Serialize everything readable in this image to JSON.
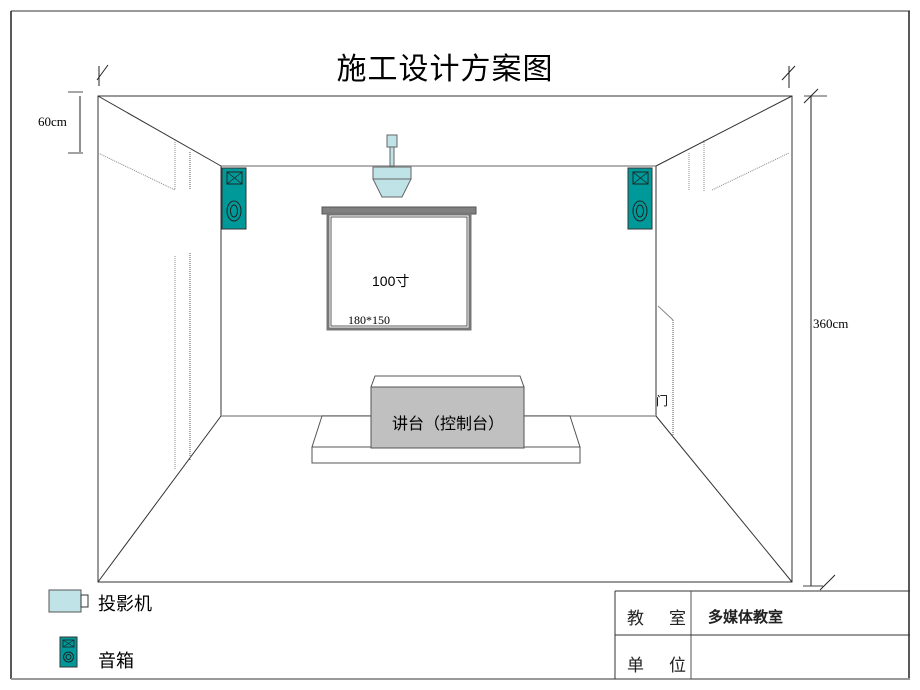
{
  "title": "施工设计方案图",
  "dimensions": {
    "height_offset": "60cm",
    "room_height": "360cm"
  },
  "screen": {
    "size_label": "100寸",
    "dimension_label": "180*150"
  },
  "podium": {
    "label": "讲台（控制台）"
  },
  "door": {
    "label": "门"
  },
  "legend": {
    "projector": "投影机",
    "speaker": "音箱"
  },
  "title_block": {
    "row1_label_a": "教",
    "row1_label_b": "室",
    "row1_value": "多媒体教室",
    "row2_label_a": "单",
    "row2_label_b": "位",
    "row2_value": ""
  },
  "colors": {
    "speaker_fill": "#009999",
    "projector_fill": "#bfe3e6",
    "podium_fill": "#c0c0c0",
    "screen_frame": "#808080",
    "frame_gray": "#999999"
  }
}
